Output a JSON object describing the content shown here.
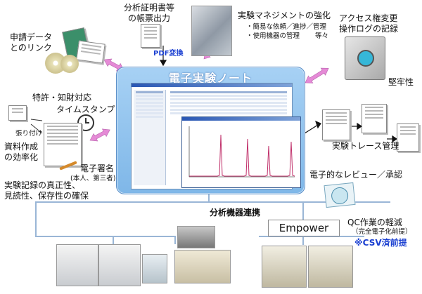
{
  "center": {
    "title": "電子実験ノート"
  },
  "labels": {
    "apply_link": [
      "申請データ",
      "とのリンク"
    ],
    "report": [
      "分析証明書等",
      "の帳票出力"
    ],
    "pdf": "PDF変換",
    "experiment_mgmt": "実験マネジメントの強化",
    "mgmt_bullets": [
      "・簡易な依頼／進捗／管理",
      "・使用機器の管理　　 等々"
    ],
    "access_log": [
      "アクセス権変更",
      "操作ログの記録"
    ],
    "robustness": "堅牢性",
    "patent": [
      "特許・知財対応",
      "タイムスタンプ"
    ],
    "paste": "張り付け",
    "doc_creation": [
      "資料作成",
      "の効率化"
    ],
    "esign": [
      "電子署名",
      "(本人、第三者)"
    ],
    "authenticity": [
      "実験記録の真正性、",
      "見読性、保存性の確保"
    ],
    "trace": "実験トレース管理",
    "review": "電子的なレビュー／承認",
    "instrument_link": "分析機器連携",
    "empower": "Empower",
    "qc": [
      "QC作業の軽減",
      "（完全電子化前提）"
    ],
    "csv": "※CSV済前提"
  },
  "colors": {
    "arrow": "#e58ad6",
    "blue_text": "#1a3fd1",
    "notebook": "#8fc0ec"
  }
}
